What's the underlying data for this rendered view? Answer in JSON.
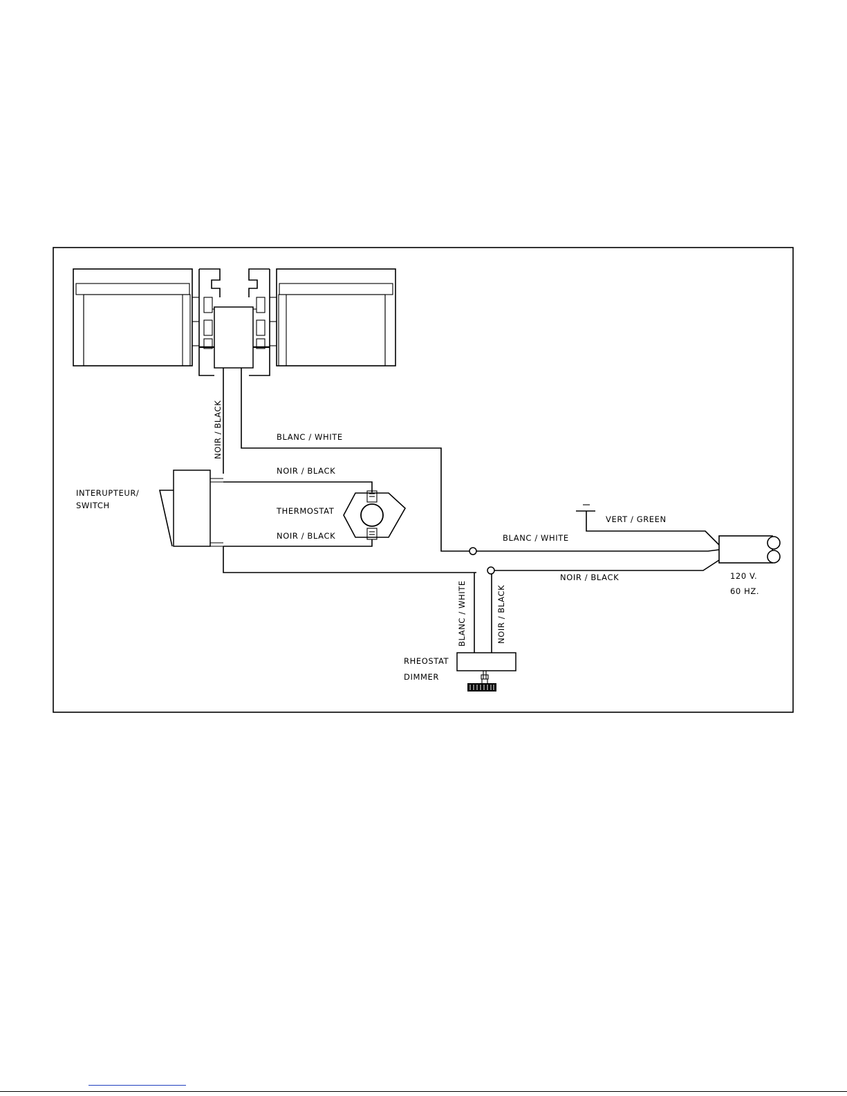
{
  "labels": {
    "motor_black": "NOIR / BLACK",
    "motor_white": "BLANC / WHITE",
    "switch_line1": "INTERUPTEUR/",
    "switch_line2": "SWITCH",
    "thermostat": "THERMOSTAT",
    "therm_black_top": "NOIR / BLACK",
    "therm_black_bottom": "NOIR / BLACK",
    "ground": "VERT / GREEN",
    "supply_white": "BLANC / WHITE",
    "supply_black": "NOIR / BLACK",
    "voltage": "120 V.",
    "frequency": "60 HZ.",
    "dimmer_white": "BLANC / WHITE",
    "dimmer_black": "NOIR / BLACK",
    "rheostat_line1": "RHEOSTAT",
    "rheostat_line2": "DIMMER"
  },
  "colors": {
    "line": "#000000",
    "link": "#1f3fbf"
  }
}
